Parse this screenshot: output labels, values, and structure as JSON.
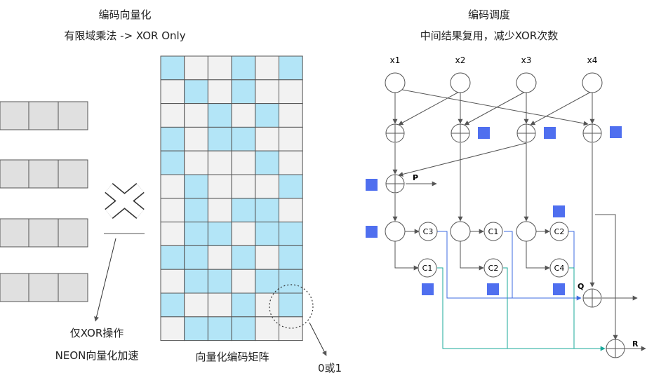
{
  "left": {
    "title": "编码向量化",
    "subtitle": "有限域乘法 -> XOR Only",
    "note_line1": "仅XOR操作",
    "note_line2": "NEON向量化加速",
    "matrix_label": "向量化编码矩阵",
    "cell_note": "0或1",
    "matrix_pattern": [
      [
        1,
        0,
        0,
        1,
        0,
        1
      ],
      [
        0,
        1,
        0,
        1,
        0,
        0
      ],
      [
        0,
        0,
        1,
        0,
        1,
        0
      ],
      [
        1,
        0,
        1,
        1,
        0,
        0
      ],
      [
        1,
        0,
        0,
        0,
        1,
        0
      ],
      [
        0,
        1,
        0,
        0,
        0,
        1
      ],
      [
        0,
        1,
        0,
        1,
        1,
        0
      ],
      [
        0,
        1,
        1,
        0,
        1,
        1
      ],
      [
        1,
        1,
        0,
        1,
        0,
        1
      ],
      [
        0,
        1,
        1,
        0,
        1,
        1
      ],
      [
        1,
        0,
        0,
        1,
        0,
        1
      ],
      [
        0,
        1,
        1,
        1,
        0,
        0
      ]
    ],
    "colors": {
      "fill": "#b3e5f7",
      "empty": "#f2f2f2",
      "vector": "#e0e0e0"
    }
  },
  "right": {
    "title": "编码调度",
    "subtitle": "中间结果复用，减少XOR次数",
    "inputs": [
      "x1",
      "x2",
      "x3",
      "x4"
    ],
    "p_label": "P",
    "q_label": "Q",
    "r_label": "R",
    "c_row1": [
      "C3",
      "C1",
      "C2"
    ],
    "c_row2": [
      "C1",
      "C2",
      "C4"
    ],
    "colors": {
      "square": "#4f6fef",
      "blue_line": "#3d6be0",
      "teal_line": "#1aa89a"
    }
  }
}
